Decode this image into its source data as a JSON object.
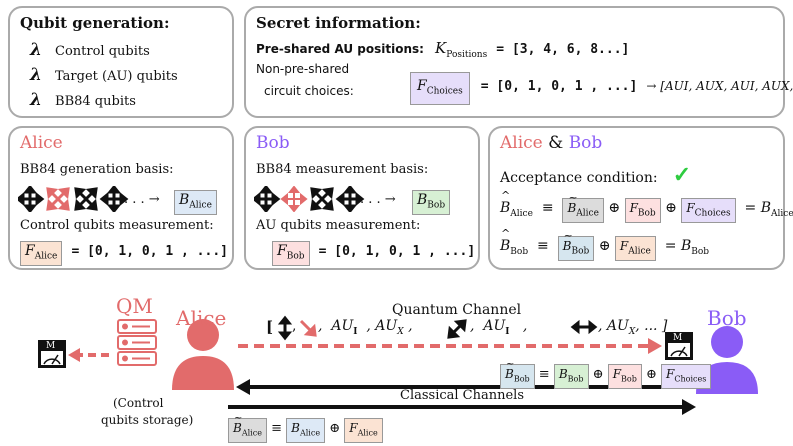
{
  "qubit_generation": {
    "title": "Qubit generation:",
    "lambda": "λ",
    "items": [
      "Control qubits",
      "Target (AU) qubits",
      "BB84 qubits"
    ]
  },
  "secret": {
    "title": "Secret information:",
    "preshared_label": "Pre-shared AU positions:",
    "preshared_var": "K",
    "preshared_sub": "Positions",
    "preshared_value": "= [3, 4, 6, 8...]",
    "nonpreshared_line1": "Non-pre-shared",
    "nonpreshared_line2": "circuit choices:",
    "choices_var": "F",
    "choices_sub": "Choices",
    "choices_value": "= [0, 1, 0, 1 , ...]",
    "choices_map": "→ [AU",
    "choices_map_tail": "I, AUX, AUI, AUX, . . .]"
  },
  "alice_panel": {
    "title": "Alice",
    "gen_basis": "BB84 generation basis:",
    "arrow_tail": ". . . →",
    "basis_var": "B",
    "basis_sub": "Alice",
    "ctrl_meas": "Control qubits measurement:",
    "f_var": "F",
    "f_sub": "Alice",
    "f_value": "= [0, 1, 0, 1 , ...]"
  },
  "bob_panel": {
    "title": "Bob",
    "meas_basis": "BB84 measurement basis:",
    "arrow_tail": ". . . →",
    "basis_var": "B",
    "basis_sub": "Bob",
    "au_meas": "AU qubits measurement:",
    "f_var": "F",
    "f_sub": "Bob",
    "f_value": "= [0, 1, 0, 1 , ...]"
  },
  "ab_panel": {
    "title_alice": "Alice",
    "amp": " & ",
    "title_bob": "Bob",
    "acceptance": "Acceptance condition:",
    "check": "✓",
    "eq1_lhs_sub": "Alice",
    "eq1_rhs_sub": "Alice",
    "eq2_lhs_sub": "Bob",
    "eq2_rhs_sub": "Bob"
  },
  "bottom": {
    "qm_label": "QM",
    "alice_label": "Alice",
    "bob_label": "Bob",
    "storage_line1": "(Control",
    "storage_line2": "qubits storage)",
    "quantum_channel": "Quantum Channel",
    "classical_channels": "Classical Channels",
    "meter_label": "M"
  },
  "colors": {
    "alice": "#e26b6b",
    "bob": "#8a5cf6",
    "box_alice": "#fbe3d3",
    "box_bob": "#fde0e0",
    "box_choices": "#e6defa",
    "box_basis_bob": "#d7f0d4",
    "box_tilde_alice": "#dcdcdc",
    "box_tilde_bob": "#d6e6ef",
    "check": "#2ecc40"
  }
}
